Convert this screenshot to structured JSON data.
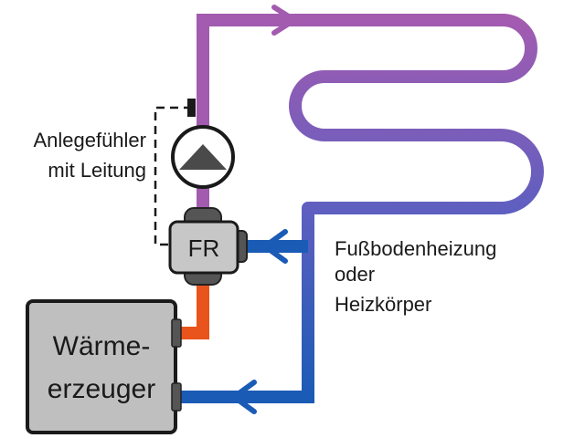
{
  "labels": {
    "sensor_line1": "Anlegefühler",
    "sensor_line2": "mit Leitung",
    "controller": "FR",
    "heating_line1": "Fußbodenheizung",
    "heating_line2": "oder",
    "heating_line3": "Heizkörper",
    "generator_line1": "Wärme-",
    "generator_line2": "erzeuger"
  },
  "colors": {
    "supply_pipe": "#a35bb0",
    "return_pipe": "#1a5bb5",
    "generator_outlet": "#e8541c",
    "generator_fill": "#bfbfbf",
    "controller_fill": "#c7c7c7",
    "pump_triangle": "#4a4a4a"
  },
  "icons": {
    "pump": "circulation-pump-icon",
    "supply_arrow": "chevron-right-icon",
    "return_arrow": "chevron-left-icon"
  }
}
